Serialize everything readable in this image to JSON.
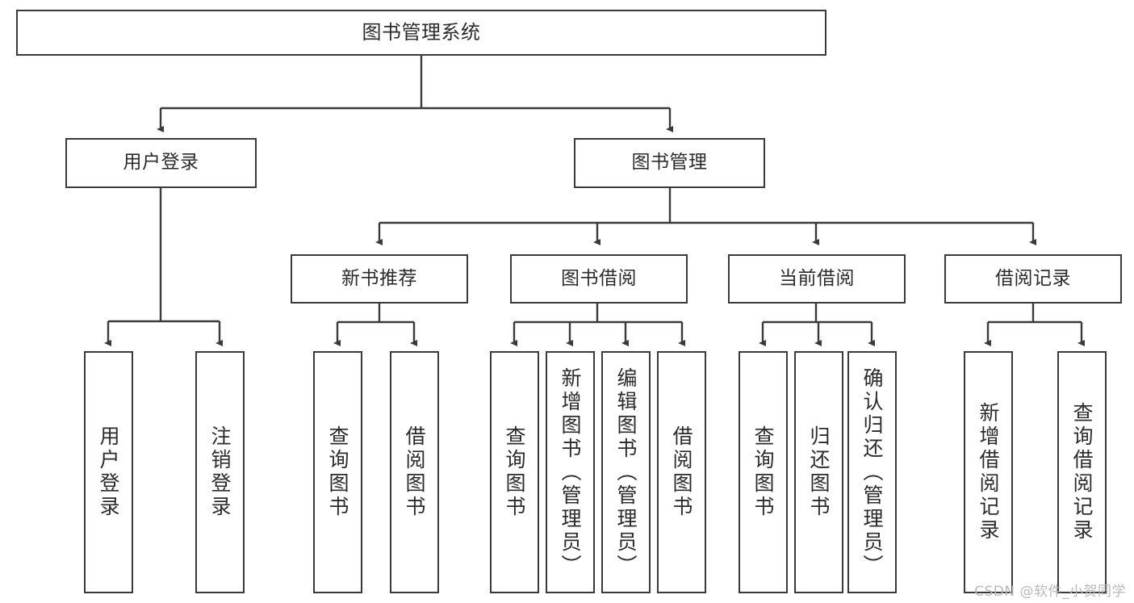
{
  "diagram": {
    "title": "图书管理系统",
    "watermark": "CSDN @软件_小贺同学",
    "line_color": "#3a3a3a",
    "box_fill": "#ffffff",
    "text_color": "#2b2b2b",
    "watermark_color": "#b9b9b9"
  },
  "nodes": {
    "root": {
      "label": "图书管理系统"
    },
    "level2": [
      {
        "label": "用户登录"
      },
      {
        "label": "图书管理"
      }
    ],
    "level3": [
      {
        "label": "新书推荐"
      },
      {
        "label": "图书借阅"
      },
      {
        "label": "当前借阅"
      },
      {
        "label": "借阅记录"
      }
    ],
    "leaves": {
      "user_login": [
        {
          "label": "用户登录"
        },
        {
          "label": "注销登录"
        }
      ],
      "new_book_recommend": [
        {
          "label": "查询图书"
        },
        {
          "label": "借阅图书"
        }
      ],
      "book_borrow": [
        {
          "label": "查询图书"
        },
        {
          "label": "新增图书（管理员）"
        },
        {
          "label": "编辑图书（管理员）"
        },
        {
          "label": "借阅图书"
        }
      ],
      "current_borrow": [
        {
          "label": "查询图书"
        },
        {
          "label": "归还图书"
        },
        {
          "label": "确认归还（管理员）"
        }
      ],
      "borrow_record": [
        {
          "label": "新增借阅记录"
        },
        {
          "label": "查询借阅记录"
        }
      ]
    }
  },
  "chart_data": {
    "type": "diagram",
    "title": "图书管理系统",
    "hierarchy": [
      {
        "label": "图书管理系统",
        "children": [
          {
            "label": "用户登录",
            "children": [
              {
                "label": "用户登录"
              },
              {
                "label": "注销登录"
              }
            ]
          },
          {
            "label": "图书管理",
            "children": [
              {
                "label": "新书推荐",
                "children": [
                  {
                    "label": "查询图书"
                  },
                  {
                    "label": "借阅图书"
                  }
                ]
              },
              {
                "label": "图书借阅",
                "children": [
                  {
                    "label": "查询图书"
                  },
                  {
                    "label": "新增图书（管理员）"
                  },
                  {
                    "label": "编辑图书（管理员）"
                  },
                  {
                    "label": "借阅图书"
                  }
                ]
              },
              {
                "label": "当前借阅",
                "children": [
                  {
                    "label": "查询图书"
                  },
                  {
                    "label": "归还图书"
                  },
                  {
                    "label": "确认归还（管理员）"
                  }
                ]
              },
              {
                "label": "借阅记录",
                "children": [
                  {
                    "label": "新增借阅记录"
                  },
                  {
                    "label": "查询借阅记录"
                  }
                ]
              }
            ]
          }
        ]
      }
    ]
  }
}
